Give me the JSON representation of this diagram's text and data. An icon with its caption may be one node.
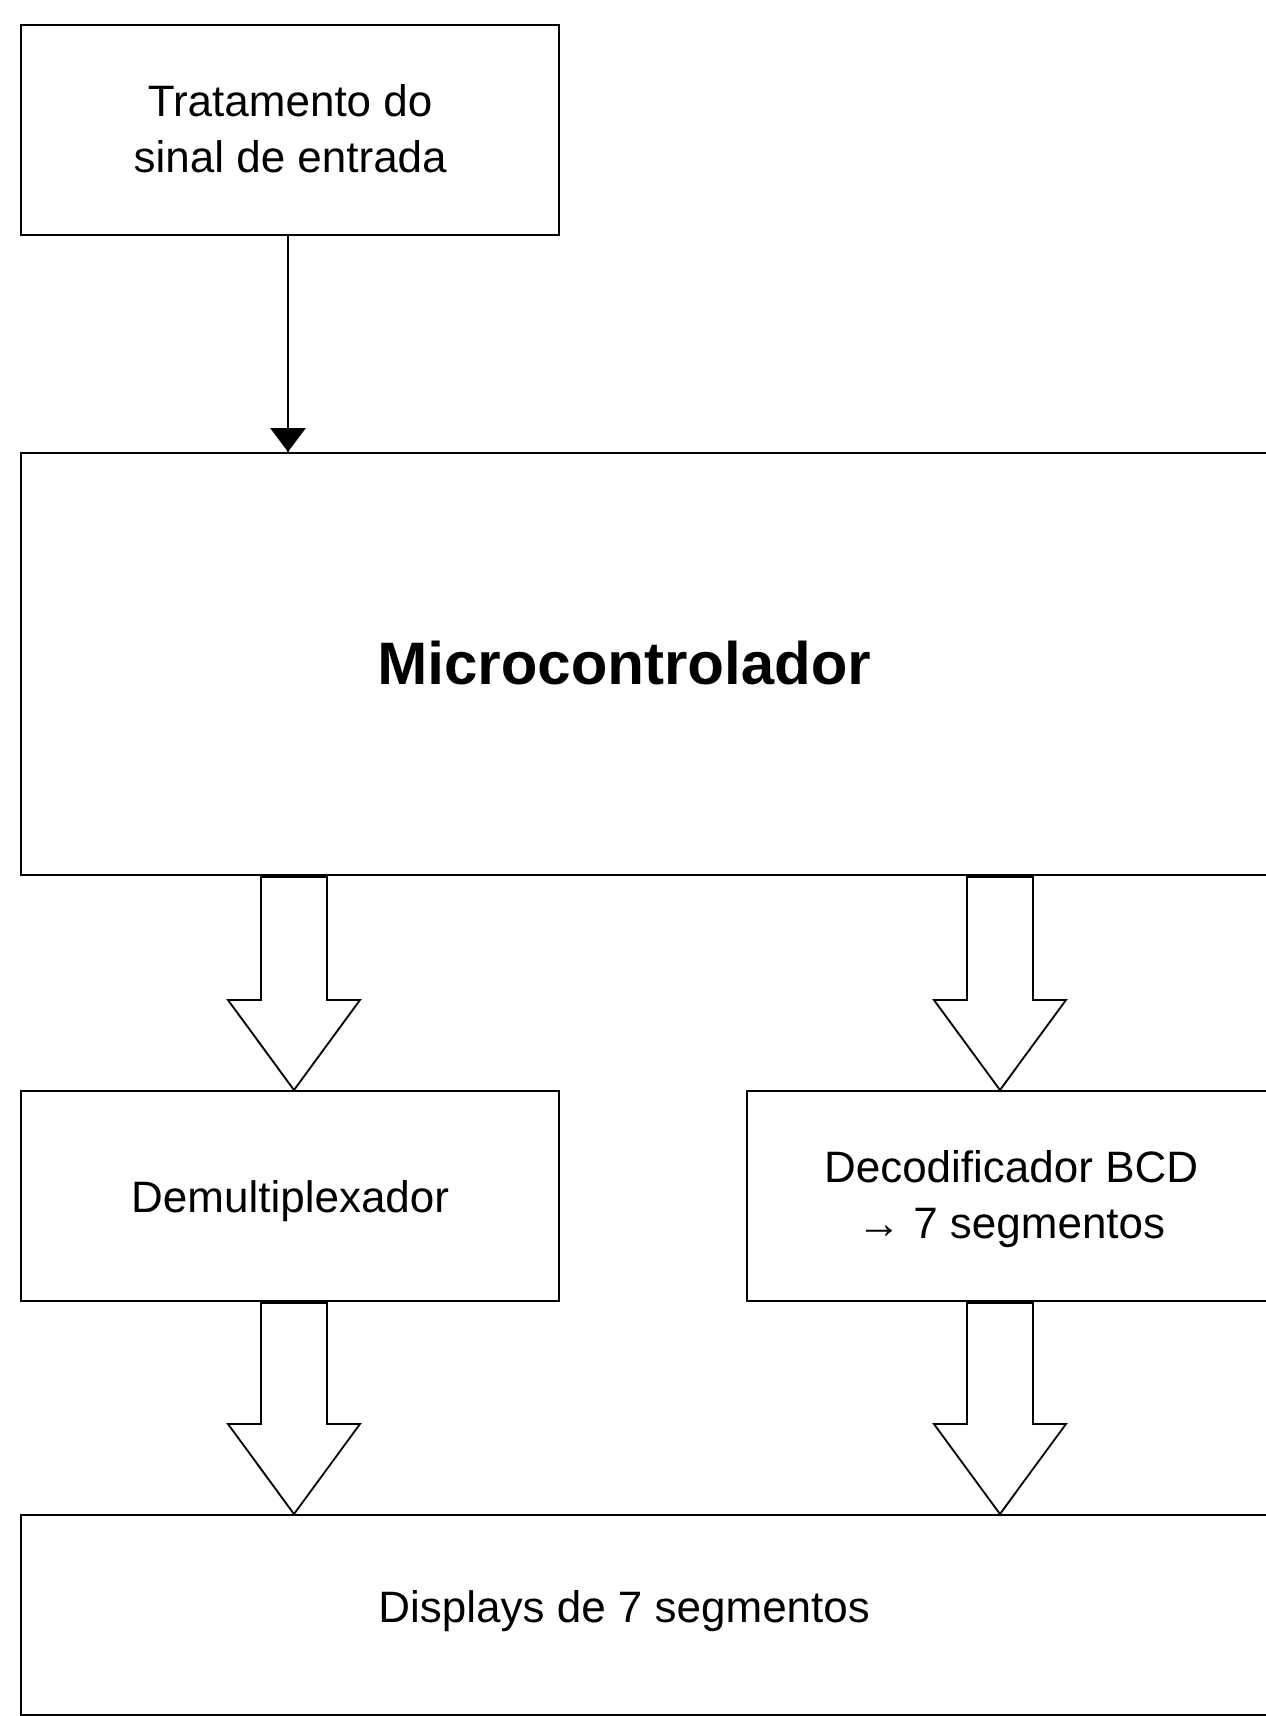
{
  "diagram": {
    "nodes": [
      {
        "text": [
          "Tratamento do sinal de entrada"
        ]
      },
      {
        "text": [
          "Microcontrolador"
        ]
      },
      {
        "text": [
          "Demultiplexador"
        ]
      },
      {
        "text": [
          "Decodificador BCD → 7 segmentos"
        ]
      },
      {
        "text": [
          "Displays de 7 segmentos"
        ]
      }
    ],
    "edges": [
      {
        "from": 0,
        "to": 1,
        "arrow": "to"
      },
      {
        "from": 1,
        "to": 2,
        "arrow": "to"
      },
      {
        "from": 1,
        "to": 3,
        "arrow": "to"
      },
      {
        "from": 2,
        "to": 4,
        "arrow": "to"
      },
      {
        "from": 3,
        "to": 4,
        "arrow": "to"
      }
    ]
  }
}
